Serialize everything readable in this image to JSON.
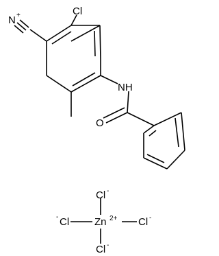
{
  "diazonium": {
    "n_label": "N",
    "charge": "+"
  },
  "chloro": {
    "label": "Cl"
  },
  "amide": {
    "nh_label": "NH",
    "o_label": "O"
  },
  "zinc_complex": {
    "zn_label": "Zn",
    "zn_charge": "2+",
    "cl_label": "Cl",
    "cl_charge": "-"
  }
}
